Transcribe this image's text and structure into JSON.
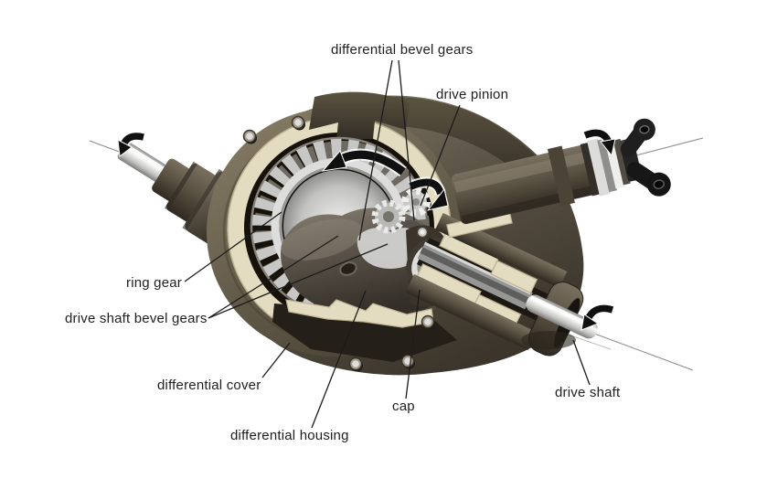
{
  "figure": {
    "subject": "automotive differential cutaway diagram",
    "background_color": "#ffffff",
    "label_count": 8
  },
  "labels": {
    "differential_bevel_gears": "differential bevel gears",
    "drive_pinion": "drive pinion",
    "ring_gear": "ring gear",
    "drive_shaft_bevel_gears": "drive shaft bevel gears",
    "differential_cover": "differential cover",
    "cap": "cap",
    "differential_housing": "differential housing",
    "drive_shaft": "drive shaft"
  },
  "rotation_arrows": [
    "left-axle-shaft-rotation",
    "ring-gear-rotation",
    "differential-pinion-rotation",
    "drive-pinion-yoke-rotation",
    "drive-shaft-rotation"
  ],
  "palette": {
    "housing_brown": "#5f5749",
    "housing_dark": "#3b352b",
    "housing_light": "#8b8271",
    "cut_surface_cream": "#e3dcc0",
    "cut_surface_edge": "#bdb293",
    "interior_black": "#161209",
    "gear_metal_light": "#c7c7c5",
    "gear_metal_dark": "#6e6a62",
    "shaft_metal": "#fbfbf9",
    "yoke_black": "#1f1f1f",
    "arrow_black": "#101010",
    "leader_line": "#1c1c1c",
    "label_text": "#1e1e1e"
  }
}
